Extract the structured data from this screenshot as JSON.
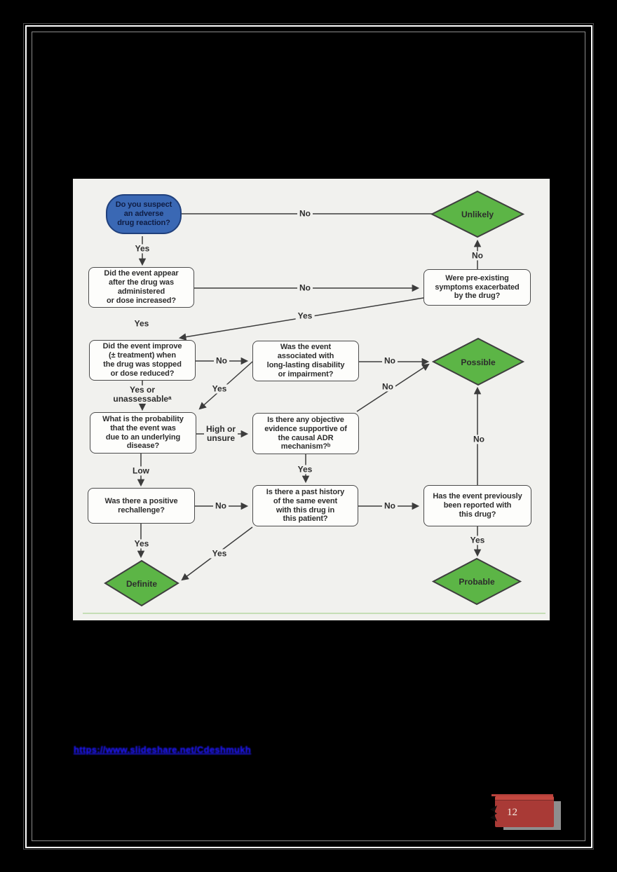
{
  "page": {
    "link_text": "https://www.slideshare.net/Cdeshmukh",
    "page_number": "12"
  },
  "flowchart": {
    "colors": {
      "outcome_green": "#5cb546",
      "start_blue": "#3a68b4",
      "line": "#3c3c3c",
      "panel_bg": "#f1f1ee",
      "link_blue": "#1b12ee",
      "chip_red": "#a93a36"
    },
    "nodes": {
      "start": {
        "text": "Do you suspect\nan adverse\ndrug reaction?"
      },
      "unlikely": {
        "text": "Unlikely"
      },
      "event_appear": {
        "text": "Did the event appear\nafter the drug was\nadministered\nor dose increased?"
      },
      "preexisting": {
        "text": "Were pre-existing\nsymptoms exacerbated\nby the drug?"
      },
      "event_improve": {
        "text": "Did the event improve\n(± treatment) when\nthe drug was stopped\nor dose reduced?"
      },
      "disability": {
        "text": "Was the event\nassociated with\nlong-lasting disability\nor impairment?"
      },
      "possible": {
        "text": "Possible"
      },
      "probability_disease": {
        "text": "What is the probability\nthat the event was\ndue to an underlying\ndisease?"
      },
      "objective_evidence": {
        "text": "Is there any objective\nevidence supportive of\nthe causal ADR\nmechanism?ᵇ"
      },
      "rechallenge": {
        "text": "Was there a positive\nrechallenge?"
      },
      "past_history": {
        "text": "Is there a past history\nof the same event\nwith this drug in\nthis patient?"
      },
      "reported": {
        "text": "Has the event previously\nbeen reported with\nthis drug?"
      },
      "definite": {
        "text": "Definite"
      },
      "probable": {
        "text": "Probable"
      }
    },
    "labels": {
      "start_no": {
        "text": "No"
      },
      "start_yes": {
        "text": "Yes"
      },
      "appear_no": {
        "text": "No"
      },
      "preexisting_no": {
        "text": "No"
      },
      "preexisting_yes": {
        "text": "Yes"
      },
      "appear_yes": {
        "text": "Yes"
      },
      "improve_no": {
        "text": "No"
      },
      "disability_no": {
        "text": "No"
      },
      "improve_yes": {
        "text": "Yes or\nunassessableᵃ"
      },
      "disability_yes": {
        "text": "Yes"
      },
      "evidence_no": {
        "text": "No"
      },
      "probability_high": {
        "text": "High or\nunsure"
      },
      "probability_low": {
        "text": "Low"
      },
      "evidence_yes": {
        "text": "Yes"
      },
      "rechallenge_no": {
        "text": "No"
      },
      "history_no": {
        "text": "No"
      },
      "reported_no": {
        "text": "No"
      },
      "rechallenge_yes": {
        "text": "Yes"
      },
      "history_yes": {
        "text": "Yes"
      },
      "reported_yes": {
        "text": "Yes"
      }
    }
  }
}
